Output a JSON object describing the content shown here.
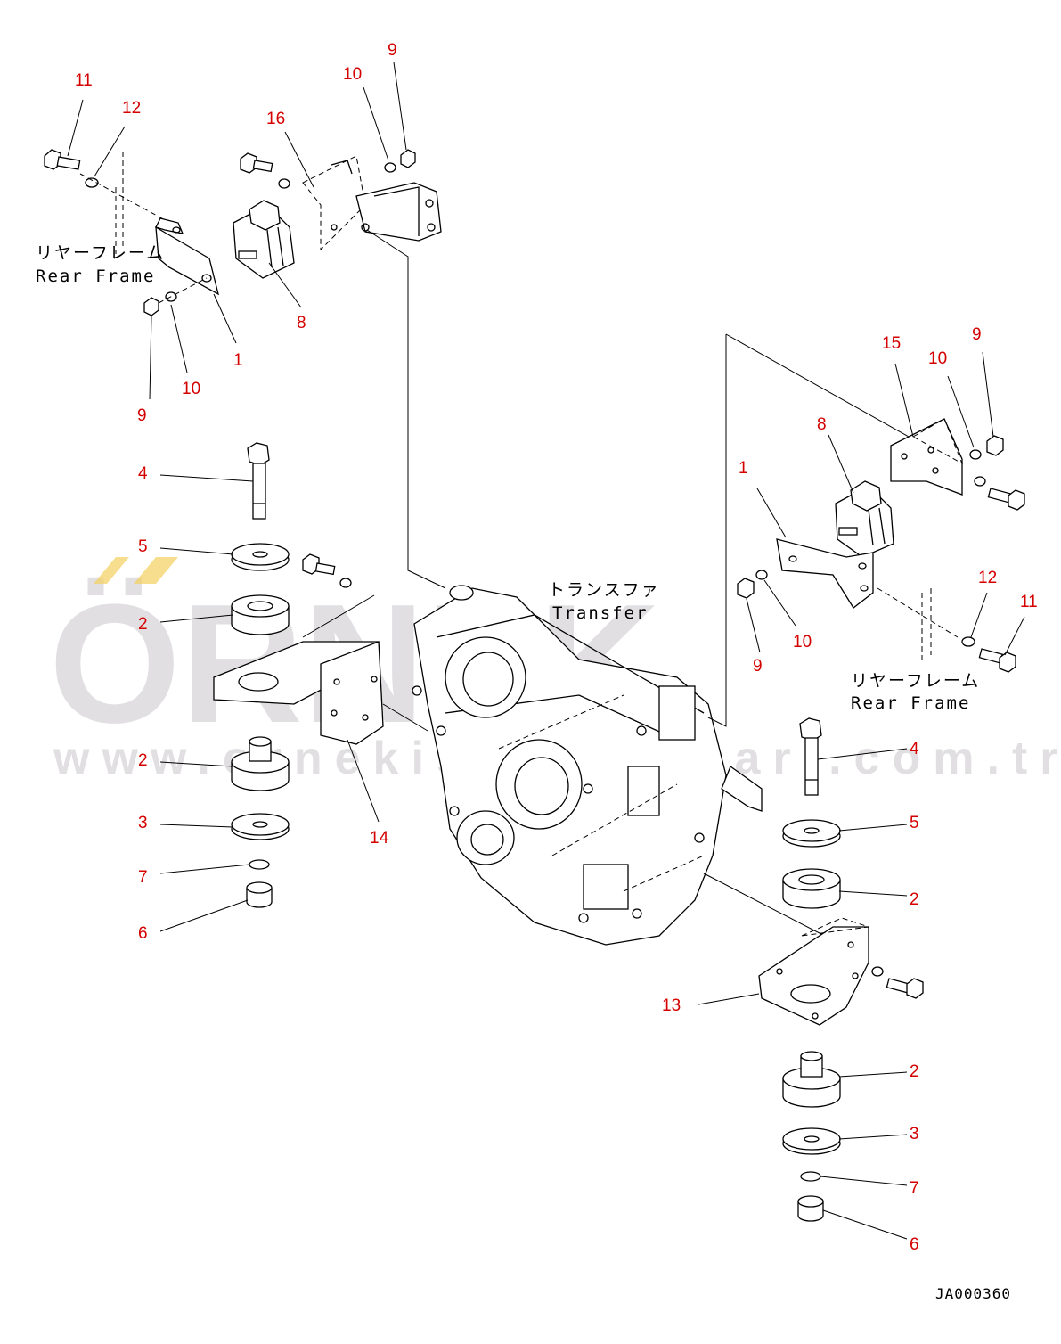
{
  "diagram": {
    "drawing_code": "JA000360",
    "labels": {
      "rear_frame_jp": "リヤーフレーム",
      "rear_frame_en": "Rear Frame",
      "transfer_jp": "トランスファ",
      "transfer_en": "Transfer"
    },
    "watermark": {
      "brand": "ÖRNEK",
      "url": "www.ornekismakinalari.com.tr"
    },
    "callouts": {
      "c01": "11",
      "c02": "12",
      "c03": "16",
      "c04": "10",
      "c05": "9",
      "c06": "8",
      "c07": "1",
      "c08": "10",
      "c09": "9",
      "c10": "4",
      "c11": "5",
      "c12": "2",
      "c13": "2",
      "c14": "3",
      "c15": "7",
      "c16": "6",
      "c17": "14",
      "c18": "15",
      "c19": "10",
      "c20": "9",
      "c21": "8",
      "c22": "1",
      "c23": "12",
      "c24": "11",
      "c25": "9",
      "c26": "10",
      "c27": "4",
      "c28": "5",
      "c29": "2",
      "c30": "13",
      "c31": "2",
      "c32": "3",
      "c33": "7",
      "c34": "6"
    }
  }
}
